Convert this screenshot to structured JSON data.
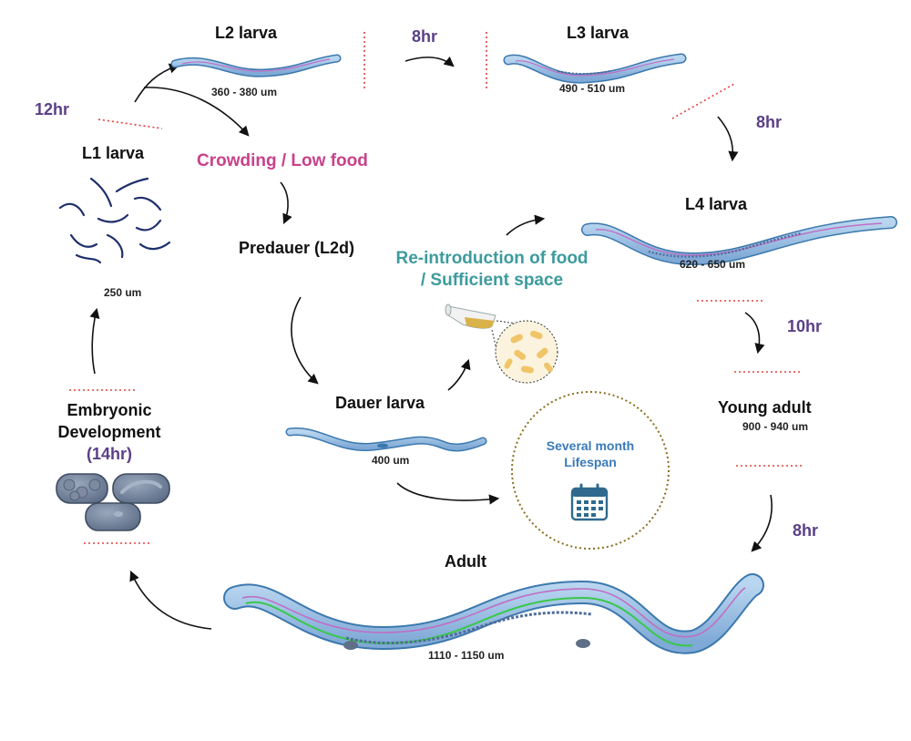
{
  "stages": {
    "l1": {
      "title": "L1 larva",
      "size": "250 um"
    },
    "l2": {
      "title": "L2 larva",
      "size": "360 - 380 um"
    },
    "l3": {
      "title": "L3 larva",
      "size": "490 - 510 um"
    },
    "l4": {
      "title": "L4 larva",
      "size": "620 - 650 um"
    },
    "young_adult": {
      "title": "Young adult",
      "size": "900 - 940 um"
    },
    "adult": {
      "title": "Adult",
      "size": "1110 - 1150 um"
    },
    "predauer": {
      "title": "Predauer (L2d)"
    },
    "dauer": {
      "title": "Dauer larva",
      "size": "400 um"
    },
    "embryo": {
      "title_line1": "Embryonic",
      "title_line2": "Development",
      "time": "(14hr)"
    }
  },
  "durations": {
    "l1_to_l2": "12hr",
    "l2_to_l3": "8hr",
    "l3_to_l4": "8hr",
    "l4_to_young_adult": "10hr",
    "young_adult_to_adult": "8hr"
  },
  "conditions": {
    "crowding": "Crowding / Low food",
    "reintro_line1": "Re-introduction of food",
    "reintro_line2": "/ Sufficient space",
    "lifespan_line1": "Several month",
    "lifespan_line2": "Lifespan"
  },
  "colors": {
    "title": "#111111",
    "duration": "#5b3f86",
    "crowding": "#c8418a",
    "reintroduction": "#3d9b9e",
    "lifespan_text": "#3a7ab8",
    "lifespan_circle": "#8a6d1f",
    "divider": "#e0403f",
    "worm_body": "#8fb8e0",
    "worm_outline": "#3c78ad",
    "worm_inner": "#c06ec4",
    "adult_nerve": "#39c84a",
    "embryo": "#6c7d96",
    "l1_worm": "#1f2f6b",
    "calendar": "#2f6a8e"
  },
  "icons": [
    "calendar-icon",
    "culture-tube-icon",
    "bacteria-food-icon"
  ]
}
